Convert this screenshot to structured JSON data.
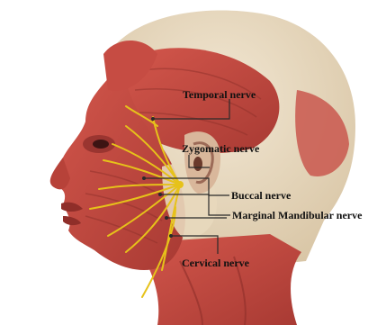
{
  "colors": {
    "nerve": "#e6c21a",
    "muscle": "#c0453d",
    "skin": "#e7d7bf",
    "leader": "#2a2a2a"
  },
  "labels": {
    "temporal": "Temporal nerve",
    "zygomatic": "Zygomatic nerve",
    "buccal": "Buccal nerve",
    "marginal_mandibular": "Marginal Mandibular nerve",
    "cervical": "Cervical nerve"
  }
}
